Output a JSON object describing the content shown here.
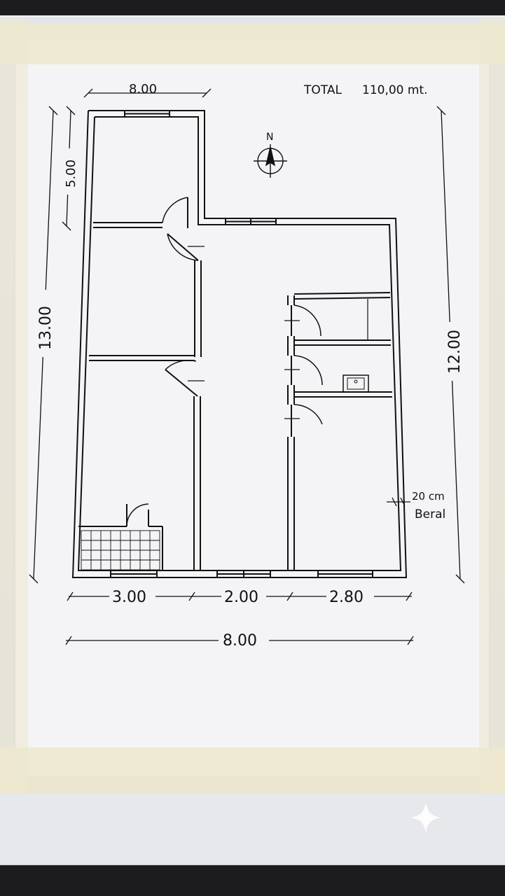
{
  "total": {
    "label": "TOTAL",
    "value": "110,00 mt."
  },
  "compass": {
    "label": "N"
  },
  "dimensions": {
    "top_width": "8.00",
    "left_upper": "5.00",
    "left_overall": "13.00",
    "right_overall": "12.00",
    "bottom_left": "3.00",
    "bottom_middle": "2.00",
    "bottom_right": "2.80",
    "bottom_overall": "8.00"
  },
  "note": {
    "size": "20 cm",
    "name": "Beral"
  },
  "colors": {
    "ink": "#111111",
    "paper": "#f4f4f7",
    "tape": "#ece8cd"
  }
}
